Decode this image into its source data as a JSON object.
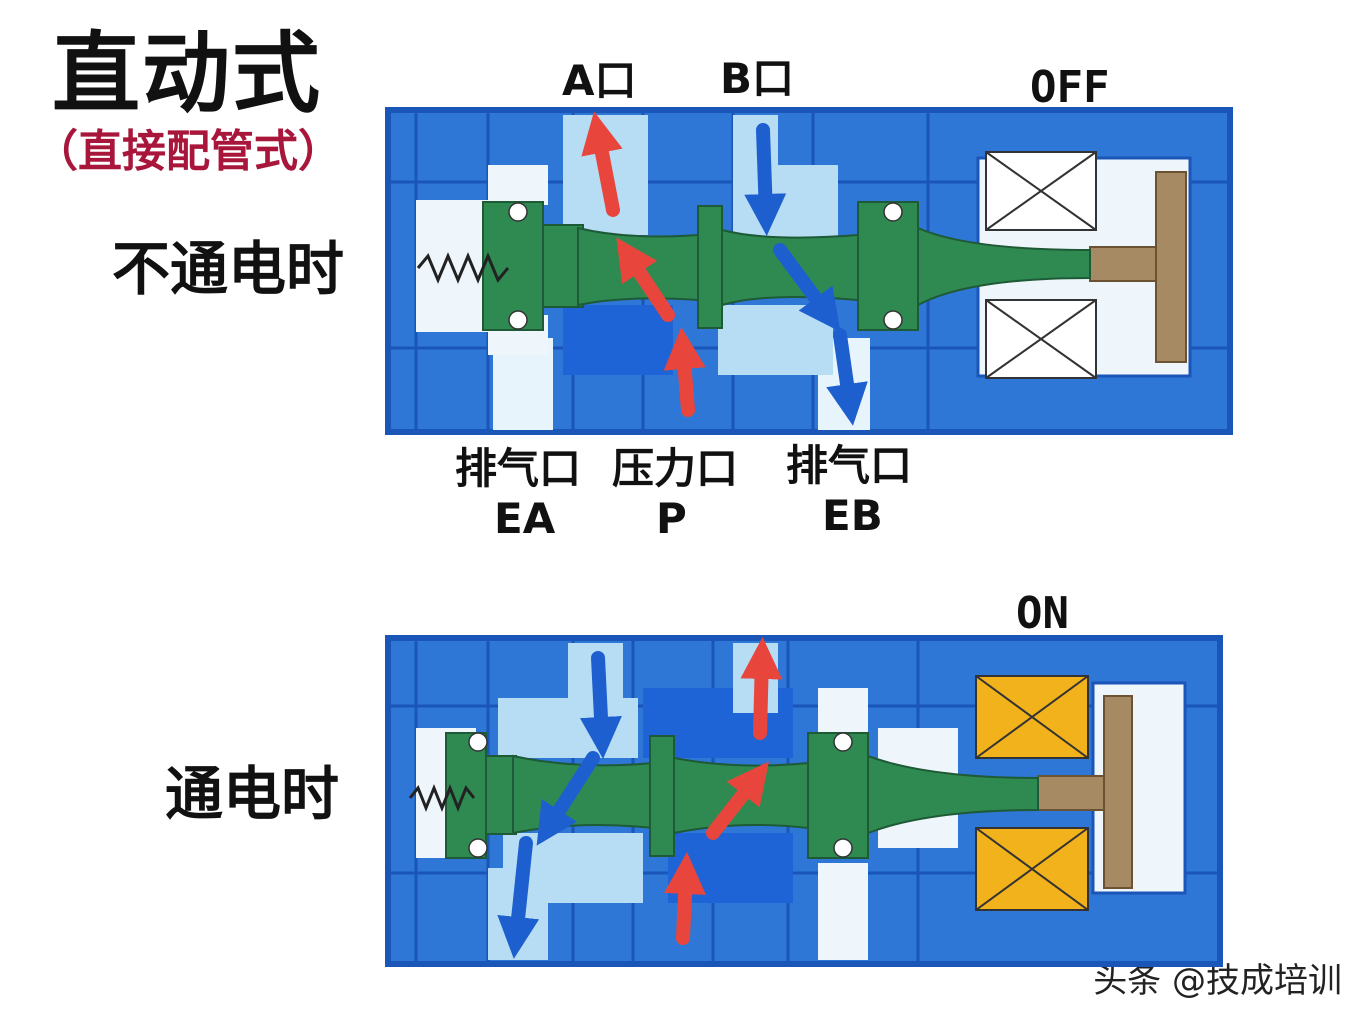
{
  "heading": {
    "title": "直动式",
    "subtitle": "（直接配管式）"
  },
  "top_diagram": {
    "state_label": "不通电时",
    "coil_status": "OFF",
    "port_a": "A口",
    "port_b": "B口",
    "port_ea_name": "排气口",
    "port_ea_code": "EA",
    "port_p_name": "压力口",
    "port_p_code": "P",
    "port_eb_name": "排气口",
    "port_eb_code": "EB"
  },
  "bottom_diagram": {
    "state_label": "通电时",
    "coil_status": "ON"
  },
  "watermark": "头条 @技成培训",
  "colors": {
    "body_blue": "#2f77d6",
    "frame_blue": "#1a55b8",
    "light_chamber": "#b7ddf5",
    "spool_green": "#2f8a52",
    "arrow_red": "#e8463c",
    "arrow_blue": "#1e5fcf",
    "coil_off": "#ffffff",
    "coil_on": "#f2b21c",
    "armature": "#a68a64"
  }
}
